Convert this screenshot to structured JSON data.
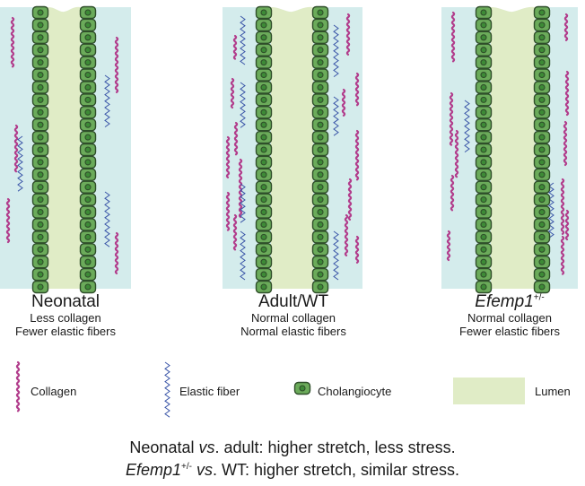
{
  "colors": {
    "tissue": "#d4ecec",
    "lumen": "#e0ecc6",
    "cell_fill": "#6bab5a",
    "cell_stroke": "#2f4e2a",
    "nucleus": "#3d8a36",
    "collagen": "#b23d8c",
    "elastic": "#3b56a8"
  },
  "panels": [
    {
      "title": "Neonatal",
      "title_italic": false,
      "sup": "",
      "line1": "Less collagen",
      "line2": "Fewer elastic fibers"
    },
    {
      "title": "Adult/WT",
      "title_italic": false,
      "sup": "",
      "line1": "Normal collagen",
      "line2": "Normal elastic fibers"
    },
    {
      "title": "Efemp1",
      "title_italic": true,
      "sup": "+/-",
      "line1": "Normal collagen",
      "line2": "Fewer elastic fibers"
    }
  ],
  "legend": {
    "collagen": "Collagen",
    "elastic": "Elastic fiber",
    "cholangiocyte": "Cholangiocyte",
    "lumen": "Lumen"
  },
  "footer": {
    "line1_a": "Neonatal ",
    "line1_b": "vs",
    "line1_c": ". adult: higher stretch, less stress.",
    "line2_a": "Efemp1",
    "line2_sup": "+/-",
    "line2_b": " vs",
    "line2_c": ". WT: higher stretch, similar stress."
  }
}
